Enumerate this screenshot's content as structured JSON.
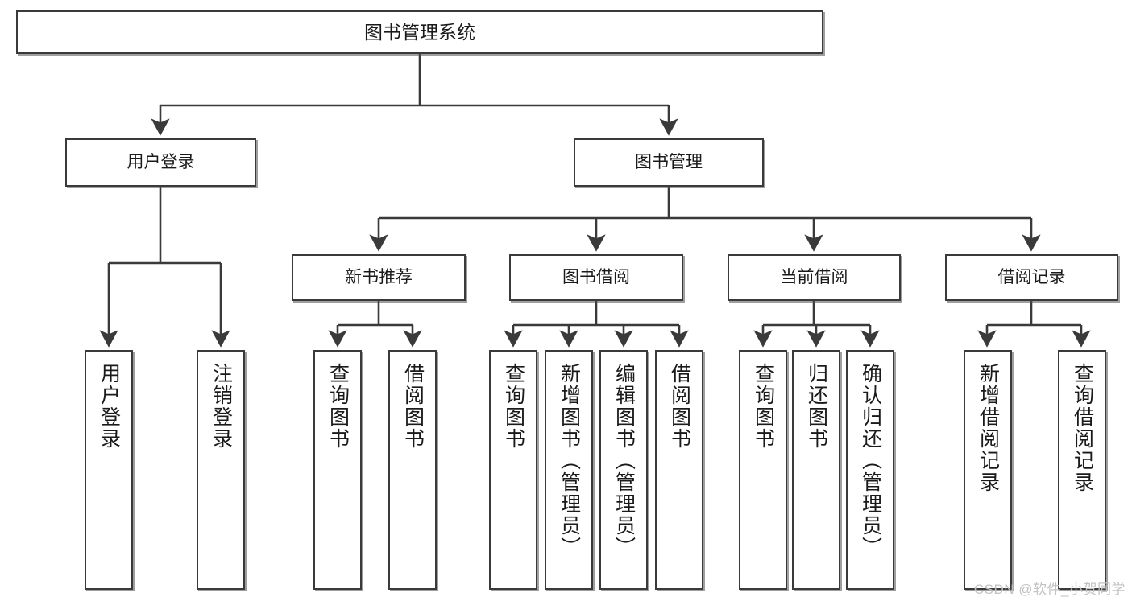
{
  "diagram": {
    "title": "图书管理系统",
    "type": "hierarchy-tree",
    "watermark": "CSDN @软件_小贺同学",
    "colors": {
      "box_border": "#3a3a3a",
      "box_fill": "#ffffff",
      "connector": "#3a3a3a",
      "text": "#1a1a1a",
      "watermark": "#c2c2c2"
    },
    "nodes": {
      "root": {
        "label": "图书管理系统"
      },
      "level2": [
        {
          "id": "user-login",
          "label": "用户登录"
        },
        {
          "id": "book-manage",
          "label": "图书管理"
        }
      ],
      "level3": [
        {
          "id": "new-book-recommend",
          "label": "新书推荐"
        },
        {
          "id": "book-borrow",
          "label": "图书借阅"
        },
        {
          "id": "current-borrow",
          "label": "当前借阅"
        },
        {
          "id": "borrow-record",
          "label": "借阅记录"
        }
      ],
      "leaves": {
        "user-login": [
          {
            "id": "leaf-user-login",
            "label": "用户登录"
          },
          {
            "id": "leaf-logout",
            "label": "注销登录"
          }
        ],
        "new-book-recommend": [
          {
            "id": "leaf-query-book-1",
            "label": "查询图书"
          },
          {
            "id": "leaf-borrow-book-1",
            "label": "借阅图书"
          }
        ],
        "book-borrow": [
          {
            "id": "leaf-query-book-2",
            "label": "查询图书"
          },
          {
            "id": "leaf-add-book",
            "label": "新增图书（管理员）"
          },
          {
            "id": "leaf-edit-book",
            "label": "编辑图书（管理员）"
          },
          {
            "id": "leaf-borrow-book-2",
            "label": "借阅图书"
          }
        ],
        "current-borrow": [
          {
            "id": "leaf-query-book-3",
            "label": "查询图书"
          },
          {
            "id": "leaf-return-book",
            "label": "归还图书"
          },
          {
            "id": "leaf-confirm-return",
            "label": "确认归还（管理员）"
          }
        ],
        "borrow-record": [
          {
            "id": "leaf-add-record",
            "label": "新增借阅记录"
          },
          {
            "id": "leaf-query-record",
            "label": "查询借阅记录"
          }
        ]
      }
    }
  }
}
